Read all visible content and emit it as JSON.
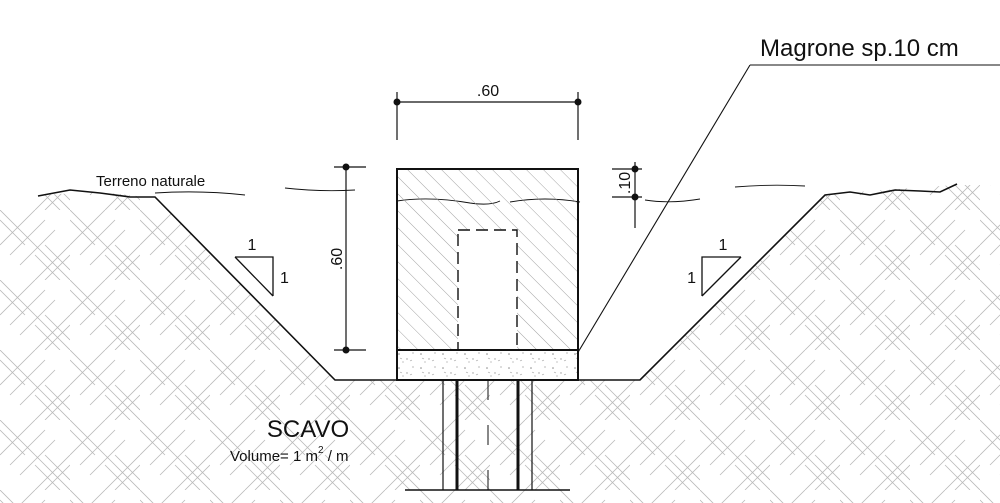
{
  "labels": {
    "magrone": "Magrone sp.10 cm",
    "terreno": "Terreno naturale",
    "scavo": "SCAVO",
    "volume_prefix": "Volume= 1 m",
    "volume_exp": "2",
    "volume_suffix": " / m"
  },
  "dimensions": {
    "width_top": ".60",
    "height_left": ".60",
    "depth_right": ".10"
  },
  "slopes": {
    "left_top": "1",
    "left_side": "1",
    "right_top": "1",
    "right_side": "1"
  }
}
